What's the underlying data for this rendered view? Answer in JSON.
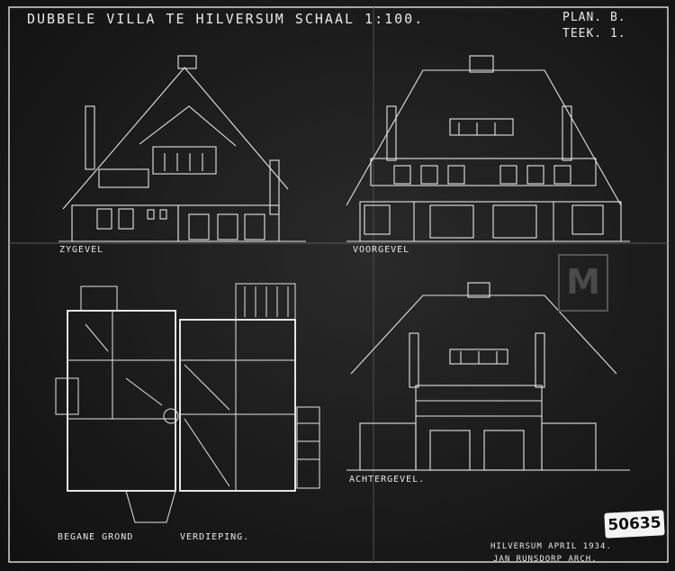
{
  "sheet": {
    "title": "DUBBELE VILLA TE HILVERSUM SCHAAL 1:100.",
    "plan_code": "PLAN. B.",
    "sheet_number": "TEEK. 1.",
    "stamp_number": "50635",
    "corner_mark": "M"
  },
  "views": {
    "side_elevation": "ZYGEVEL",
    "front_elevation": "VOORGEVEL",
    "rear_elevation": "ACHTERGEVEL.",
    "ground_floor": "BEGANE GROND",
    "upper_floor": "VERDIEPING."
  },
  "signature": {
    "place_date": "HILVERSUM APRIL 1934.",
    "architect": "JAN RUNSDORP ARCH."
  },
  "colors": {
    "paper": "#1b1b1b",
    "ink": "#e6e6e6"
  }
}
